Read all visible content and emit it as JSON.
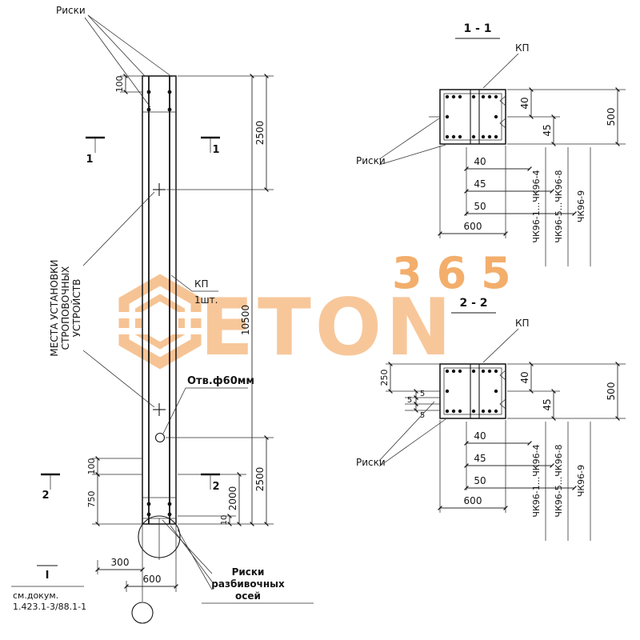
{
  "watermark": {
    "brand": "ETON",
    "number": "365",
    "color": "#f2a053"
  },
  "elevation": {
    "riski_label": "Риски",
    "cut1_label": "1",
    "cut2_label": "2",
    "lifting_lines": [
      "МЕСТА УСТАНОВКИ",
      "СТРОПОВОЧНЫХ",
      "УСТРОЙСТВ"
    ],
    "kp_label": "КП",
    "kp_qty": "1шт.",
    "hole_label": "Отв.ф60мм",
    "axes_label_lines": [
      "Риски",
      "разбивочных",
      "осей"
    ],
    "datum_label": "I",
    "doc_lines": [
      "см.докум.",
      "1.423.1-3/88.1-1"
    ],
    "dims": {
      "top_100": "100",
      "top_2500": "2500",
      "total_10500": "10500",
      "bottom_2500": "2500",
      "bottom_2000": "2000",
      "bottom_10": "10",
      "left_100": "100",
      "left_750": "750",
      "base_300": "300",
      "base_600": "600"
    }
  },
  "section1": {
    "title": "1 - 1",
    "kp_label": "КП",
    "riski_label": "Риски",
    "dims": {
      "d40": "40",
      "d45": "45",
      "h500": "500",
      "w600": "600"
    },
    "rows": [
      {
        "value": "40",
        "series": "ЧК96-1...ЧК96-4"
      },
      {
        "value": "45",
        "series": "ЧК96-5...ЧК96-8"
      },
      {
        "value": "50",
        "series": "ЧК96-9"
      }
    ]
  },
  "section2": {
    "title": "2 - 2",
    "kp_label": "КП",
    "riski_label": "Риски",
    "dims": {
      "left_250": "250",
      "gap_5a": "5",
      "gap_5b": "5",
      "gap_5c": "5",
      "d40": "40",
      "d45": "45",
      "h500": "500",
      "w600": "600"
    },
    "rows": [
      {
        "value": "40",
        "series": "ЧК96-1...ЧК96-4"
      },
      {
        "value": "45",
        "series": "ЧК96-5...ЧК96-8"
      },
      {
        "value": "50",
        "series": "ЧК96-9"
      }
    ]
  }
}
